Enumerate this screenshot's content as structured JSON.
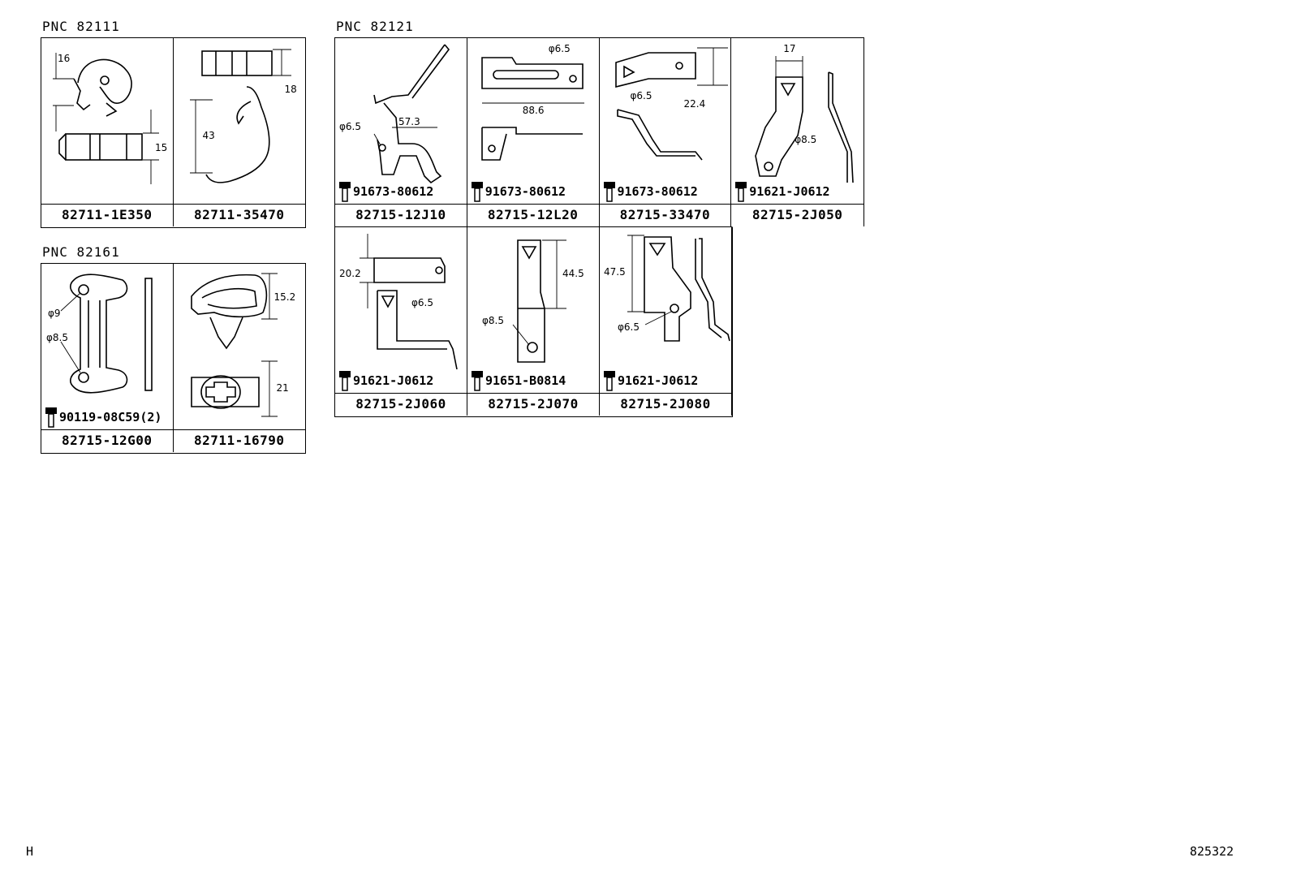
{
  "groups": [
    {
      "pnc": "PNC 82111",
      "cells": [
        {
          "part": "82711-1E350",
          "dims": [
            "16",
            "15"
          ],
          "bolt": ""
        },
        {
          "part": "82711-35470",
          "dims": [
            "18",
            "43"
          ],
          "bolt": ""
        }
      ]
    },
    {
      "pnc": "PNC 82121",
      "cells": [
        {
          "part": "82715-12J10",
          "dims": [
            "φ6.5",
            "57.3"
          ],
          "bolt": "91673-80612"
        },
        {
          "part": "82715-12L20",
          "dims": [
            "φ6.5",
            "88.6"
          ],
          "bolt": "91673-80612"
        },
        {
          "part": "82715-33470",
          "dims": [
            "φ6.5",
            "22.4"
          ],
          "bolt": "91673-80612"
        },
        {
          "part": "82715-2J050",
          "dims": [
            "17",
            "φ8.5"
          ],
          "bolt": "91621-J0612"
        },
        {
          "part": "82715-2J060",
          "dims": [
            "20.2",
            "φ6.5"
          ],
          "bolt": "91621-J0612"
        },
        {
          "part": "82715-2J070",
          "dims": [
            "44.5",
            "φ8.5"
          ],
          "bolt": "91651-B0814"
        },
        {
          "part": "82715-2J080",
          "dims": [
            "47.5",
            "φ6.5"
          ],
          "bolt": "91621-J0612"
        }
      ]
    },
    {
      "pnc": "PNC 82161",
      "cells": [
        {
          "part": "82715-12G00",
          "dims": [
            "φ9",
            "φ8.5"
          ],
          "bolt": "90119-08C59(2)"
        },
        {
          "part": "82711-16790",
          "dims": [
            "15.2",
            "21"
          ],
          "bolt": ""
        }
      ]
    }
  ],
  "footer": {
    "left": "H",
    "right": "825322"
  }
}
